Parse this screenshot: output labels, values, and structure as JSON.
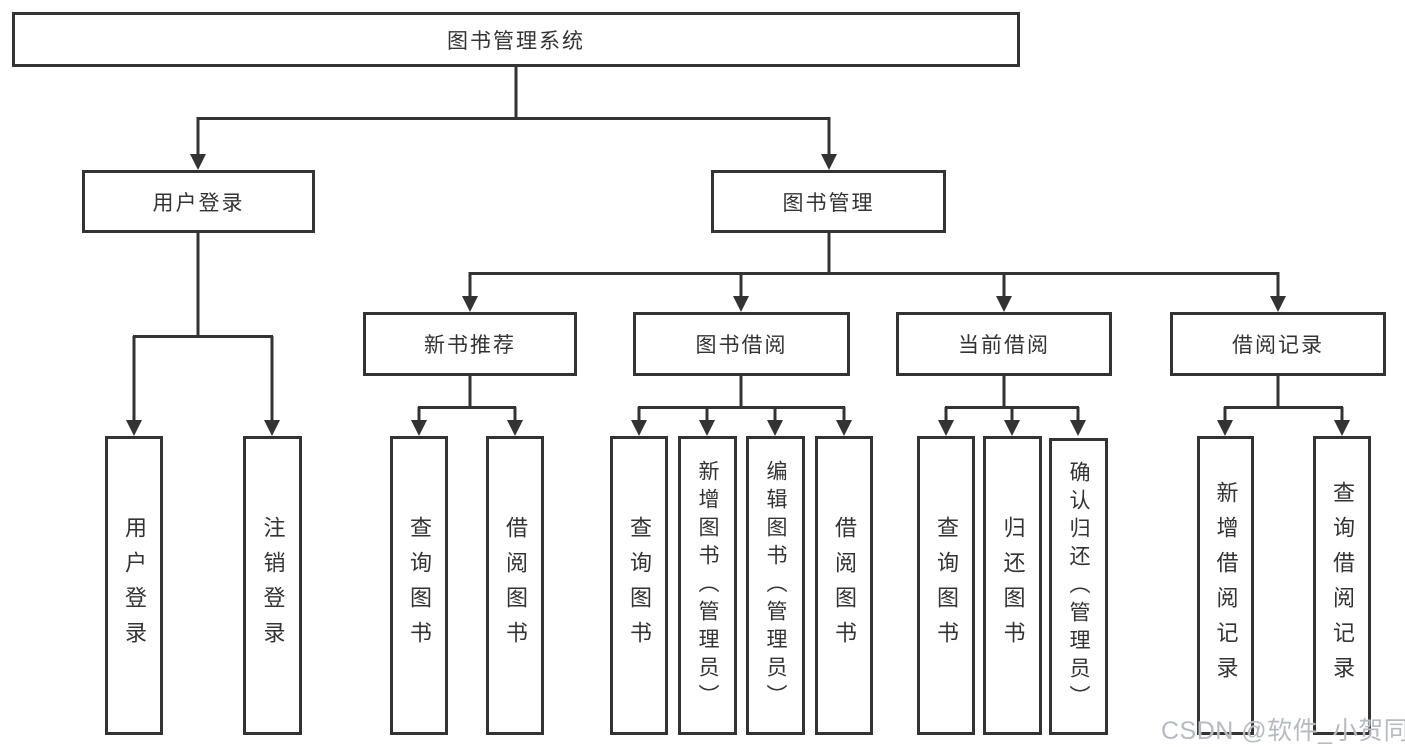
{
  "diagram": {
    "type": "tree-structure-chart",
    "tree": {
      "root": {
        "label": "图书管理系统"
      },
      "children": [
        {
          "label": "用户登录",
          "children": [
            {
              "label": "用户登录"
            },
            {
              "label": "注销登录"
            }
          ]
        },
        {
          "label": "图书管理",
          "children": [
            {
              "label": "新书推荐",
              "children": [
                {
                  "label": "查询图书"
                },
                {
                  "label": "借阅图书"
                }
              ]
            },
            {
              "label": "图书借阅",
              "children": [
                {
                  "label": "查询图书"
                },
                {
                  "label": "新增图书（管理员）"
                },
                {
                  "label": "编辑图书（管理员）"
                },
                {
                  "label": "借阅图书"
                }
              ]
            },
            {
              "label": "当前借阅",
              "children": [
                {
                  "label": "查询图书"
                },
                {
                  "label": "归还图书"
                },
                {
                  "label": "确认归还（管理员）"
                }
              ]
            },
            {
              "label": "借阅记录",
              "children": [
                {
                  "label": "新增借阅记录"
                },
                {
                  "label": "查询借阅记录"
                }
              ]
            }
          ]
        }
      ]
    }
  },
  "watermark": {
    "text": "CSDN @软件_小贺同学"
  },
  "colors": {
    "line": "#333333",
    "text": "#333333",
    "background": "#ffffff",
    "watermark": "#b7bac0"
  }
}
